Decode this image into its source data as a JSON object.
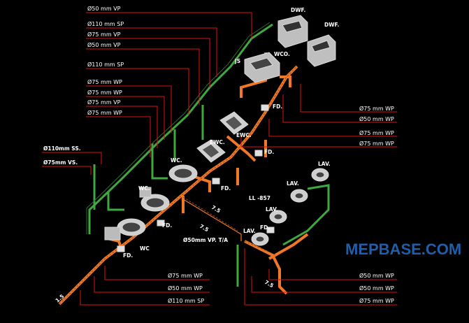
{
  "labels_left": [
    {
      "text": "Ø50 mm VP"
    },
    {
      "text": "Ø110 mm SP"
    },
    {
      "text": "Ø75 mm VP"
    },
    {
      "text": "Ø50 mm VP"
    },
    {
      "text": "Ø110 mm SP"
    },
    {
      "text": "Ø75 mm WP"
    },
    {
      "text": "Ø75 mm WP"
    },
    {
      "text": "Ø75 mm VP"
    },
    {
      "text": "Ø75 mm WP"
    }
  ],
  "labels_far_left": [
    {
      "text": "Ø110mm SS."
    },
    {
      "text": "Ø75mm VS."
    }
  ],
  "labels_right": [
    {
      "text": "Ø75 mm WP"
    },
    {
      "text": "Ø50 mm WP"
    },
    {
      "text": "Ø75 mm WP"
    },
    {
      "text": "Ø75 mm WP"
    }
  ],
  "labels_bottom_left": [
    {
      "text": "Ø75 mm WP"
    },
    {
      "text": "Ø50 mm WP"
    },
    {
      "text": "Ø110 mm SP"
    }
  ],
  "labels_bottom_right": [
    {
      "text": "Ø50 mm WP"
    },
    {
      "text": "Ø50 mm WP"
    },
    {
      "text": "Ø75 mm WP"
    }
  ],
  "fixture_labels": {
    "dwf1": "DWF.",
    "dwf2": "DWF.",
    "wco": "WCO.",
    "js": "JS",
    "fd1": "FD.",
    "ewc1": "EWC.",
    "ewc2": "EWC.",
    "fd2": "FD.",
    "wc1": "WC.",
    "wc2": "WC.",
    "wc3": "WC",
    "fd3": "FD.",
    "fd4": "FD.",
    "fd5": "FD.",
    "lav1": "LAV.",
    "lav2": "LAV.",
    "lav3": "LAV.",
    "lav4": "LAV.",
    "ll": "LL -857",
    "fd6": "FD."
  },
  "pipe_notes": {
    "p1": "Ø50mm VP. T/A",
    "s1": "7.5",
    "s2": "7.5",
    "s3": "7.5",
    "s4": "1.5"
  },
  "watermark": "MEPBASE.COM",
  "colors": {
    "background": "#000000",
    "leader": "#e01010",
    "pipe_orange": "#f07828",
    "pipe_green": "#3fa83f",
    "fixture": "#d8d8d8",
    "watermark": "#1f5ea8"
  }
}
